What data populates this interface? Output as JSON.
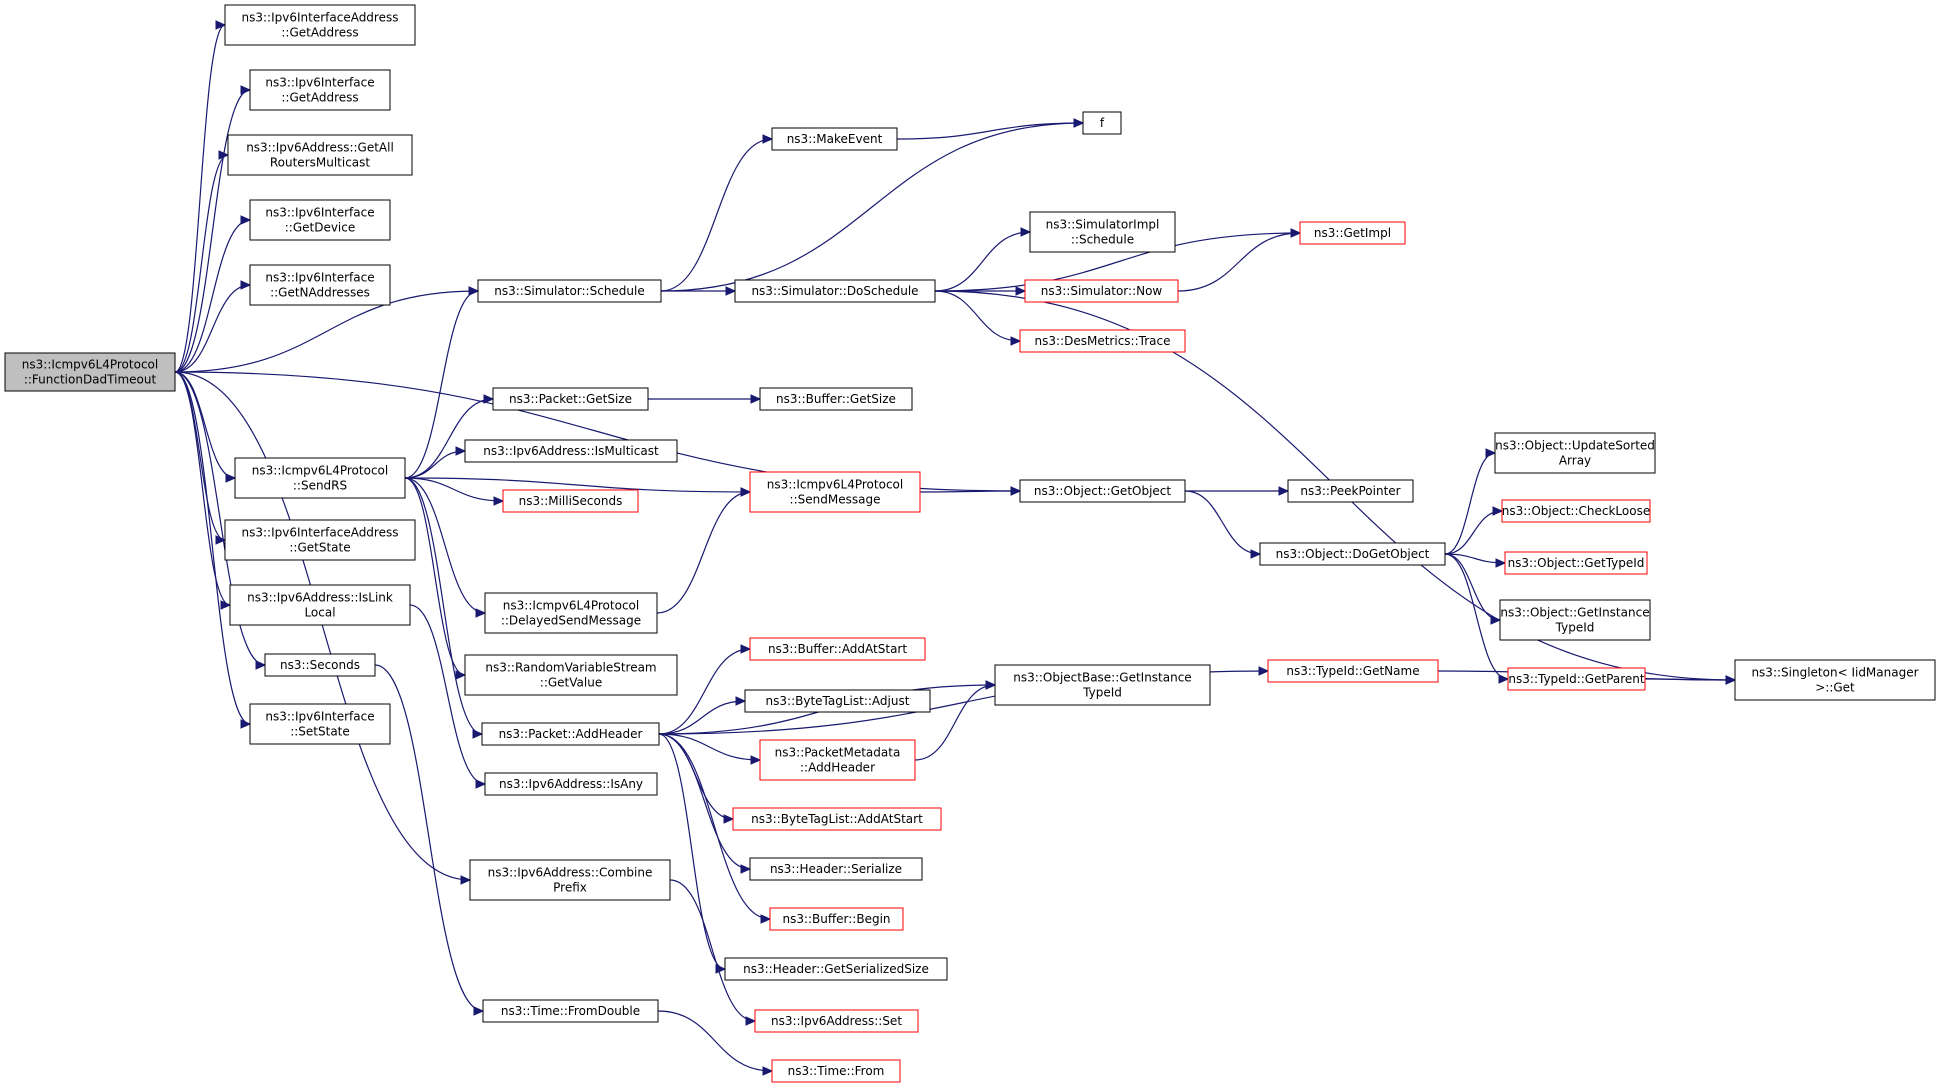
{
  "diagram": {
    "title": "",
    "nodes": [
      {
        "id": "root",
        "lines": [
          "ns3::Icmpv6L4Protocol",
          "::FunctionDadTimeout"
        ],
        "style": "root"
      },
      {
        "id": "ifaddr_getaddress",
        "lines": [
          "ns3::Ipv6InterfaceAddress",
          "::GetAddress"
        ],
        "style": "normal"
      },
      {
        "id": "iface_getaddress",
        "lines": [
          "ns3::Ipv6Interface",
          "::GetAddress"
        ],
        "style": "normal"
      },
      {
        "id": "getallrouters",
        "lines": [
          "ns3::Ipv6Address::GetAll",
          "RoutersMulticast"
        ],
        "style": "normal"
      },
      {
        "id": "iface_getdevice",
        "lines": [
          "ns3::Ipv6Interface",
          "::GetDevice"
        ],
        "style": "normal"
      },
      {
        "id": "iface_getnaddresses",
        "lines": [
          "ns3::Ipv6Interface",
          "::GetNAddresses"
        ],
        "style": "normal"
      },
      {
        "id": "sim_schedule",
        "lines": [
          "ns3::Simulator::Schedule"
        ],
        "style": "normal"
      },
      {
        "id": "sendrs",
        "lines": [
          "ns3::Icmpv6L4Protocol",
          "::SendRS"
        ],
        "style": "normal"
      },
      {
        "id": "ifaddr_getstate",
        "lines": [
          "ns3::Ipv6InterfaceAddress",
          "::GetState"
        ],
        "style": "normal"
      },
      {
        "id": "islinklocal",
        "lines": [
          "ns3::Ipv6Address::IsLink",
          "Local"
        ],
        "style": "normal"
      },
      {
        "id": "seconds",
        "lines": [
          "ns3::Seconds"
        ],
        "style": "normal"
      },
      {
        "id": "iface_setstate",
        "lines": [
          "ns3::Ipv6Interface",
          "::SetState"
        ],
        "style": "normal"
      },
      {
        "id": "makeevent",
        "lines": [
          "ns3::MakeEvent"
        ],
        "style": "normal"
      },
      {
        "id": "f",
        "lines": [
          "f"
        ],
        "style": "normal"
      },
      {
        "id": "doschedule",
        "lines": [
          "ns3::Simulator::DoSchedule"
        ],
        "style": "normal"
      },
      {
        "id": "simimpl_schedule",
        "lines": [
          "ns3::SimulatorImpl",
          "::Schedule"
        ],
        "style": "normal"
      },
      {
        "id": "getimpl",
        "lines": [
          "ns3::GetImpl"
        ],
        "style": "red"
      },
      {
        "id": "sim_now",
        "lines": [
          "ns3::Simulator::Now"
        ],
        "style": "red"
      },
      {
        "id": "desmetrics",
        "lines": [
          "ns3::DesMetrics::Trace"
        ],
        "style": "red"
      },
      {
        "id": "packet_getsize",
        "lines": [
          "ns3::Packet::GetSize"
        ],
        "style": "normal"
      },
      {
        "id": "buffer_getsize",
        "lines": [
          "ns3::Buffer::GetSize"
        ],
        "style": "normal"
      },
      {
        "id": "ismulticast",
        "lines": [
          "ns3::Ipv6Address::IsMulticast"
        ],
        "style": "normal"
      },
      {
        "id": "milliseconds",
        "lines": [
          "ns3::MilliSeconds"
        ],
        "style": "red"
      },
      {
        "id": "sendmessage",
        "lines": [
          "ns3::Icmpv6L4Protocol",
          "::SendMessage"
        ],
        "style": "red"
      },
      {
        "id": "getobject",
        "lines": [
          "ns3::Object::GetObject"
        ],
        "style": "normal"
      },
      {
        "id": "peekpointer",
        "lines": [
          "ns3::PeekPointer"
        ],
        "style": "normal"
      },
      {
        "id": "dogetobject",
        "lines": [
          "ns3::Object::DoGetObject"
        ],
        "style": "normal"
      },
      {
        "id": "updatesorted",
        "lines": [
          "ns3::Object::UpdateSorted",
          "Array"
        ],
        "style": "normal"
      },
      {
        "id": "checkloose",
        "lines": [
          "ns3::Object::CheckLoose"
        ],
        "style": "red"
      },
      {
        "id": "gettypeid",
        "lines": [
          "ns3::Object::GetTypeId"
        ],
        "style": "red"
      },
      {
        "id": "getinstancetypeid",
        "lines": [
          "ns3::Object::GetInstance",
          "TypeId"
        ],
        "style": "normal"
      },
      {
        "id": "typeid_getparent",
        "lines": [
          "ns3::TypeId::GetParent"
        ],
        "style": "red"
      },
      {
        "id": "singleton_get",
        "lines": [
          "ns3::Singleton< IidManager",
          " >::Get"
        ],
        "style": "normal"
      },
      {
        "id": "typeid_getname",
        "lines": [
          "ns3::TypeId::GetName"
        ],
        "style": "red"
      },
      {
        "id": "delayedsend",
        "lines": [
          "ns3::Icmpv6L4Protocol",
          "::DelayedSendMessage"
        ],
        "style": "normal"
      },
      {
        "id": "rvs_getvalue",
        "lines": [
          "ns3::RandomVariableStream",
          "::GetValue"
        ],
        "style": "normal"
      },
      {
        "id": "addheader",
        "lines": [
          "ns3::Packet::AddHeader"
        ],
        "style": "normal"
      },
      {
        "id": "objbase_getinstance",
        "lines": [
          "ns3::ObjectBase::GetInstance",
          "TypeId"
        ],
        "style": "normal"
      },
      {
        "id": "buffer_addatstart",
        "lines": [
          "ns3::Buffer::AddAtStart"
        ],
        "style": "red"
      },
      {
        "id": "bytetag_adjust",
        "lines": [
          "ns3::ByteTagList::Adjust"
        ],
        "style": "normal"
      },
      {
        "id": "pktmeta_addheader",
        "lines": [
          "ns3::PacketMetadata",
          "::AddHeader"
        ],
        "style": "red"
      },
      {
        "id": "bytetag_addatstart",
        "lines": [
          "ns3::ByteTagList::AddAtStart"
        ],
        "style": "red"
      },
      {
        "id": "header_serialize",
        "lines": [
          "ns3::Header::Serialize"
        ],
        "style": "normal"
      },
      {
        "id": "buffer_begin",
        "lines": [
          "ns3::Buffer::Begin"
        ],
        "style": "red"
      },
      {
        "id": "header_getsersize",
        "lines": [
          "ns3::Header::GetSerializedSize"
        ],
        "style": "normal"
      },
      {
        "id": "isany",
        "lines": [
          "ns3::Ipv6Address::IsAny"
        ],
        "style": "normal"
      },
      {
        "id": "combineprefix",
        "lines": [
          "ns3::Ipv6Address::Combine",
          "Prefix"
        ],
        "style": "normal"
      },
      {
        "id": "ipv6addr_set",
        "lines": [
          "ns3::Ipv6Address::Set"
        ],
        "style": "red"
      },
      {
        "id": "fromdouble",
        "lines": [
          "ns3::Time::FromDouble"
        ],
        "style": "normal"
      },
      {
        "id": "time_from",
        "lines": [
          "ns3::Time::From"
        ],
        "style": "red"
      }
    ],
    "edges": [
      [
        "root",
        "ifaddr_getaddress"
      ],
      [
        "root",
        "iface_getaddress"
      ],
      [
        "root",
        "getallrouters"
      ],
      [
        "root",
        "iface_getdevice"
      ],
      [
        "root",
        "iface_getnaddresses"
      ],
      [
        "root",
        "sim_schedule"
      ],
      [
        "root",
        "getobject"
      ],
      [
        "root",
        "sendrs"
      ],
      [
        "root",
        "ifaddr_getstate"
      ],
      [
        "root",
        "islinklocal"
      ],
      [
        "root",
        "seconds"
      ],
      [
        "root",
        "iface_setstate"
      ],
      [
        "sim_schedule",
        "makeevent"
      ],
      [
        "sim_schedule",
        "f"
      ],
      [
        "sim_schedule",
        "doschedule"
      ],
      [
        "makeevent",
        "f"
      ],
      [
        "doschedule",
        "getimpl"
      ],
      [
        "doschedule",
        "simimpl_schedule"
      ],
      [
        "doschedule",
        "sim_now"
      ],
      [
        "doschedule",
        "desmetrics"
      ],
      [
        "doschedule",
        "singleton_get"
      ],
      [
        "sim_now",
        "getimpl"
      ],
      [
        "sendrs",
        "sim_schedule"
      ],
      [
        "sendrs",
        "packet_getsize"
      ],
      [
        "sendrs",
        "ismulticast"
      ],
      [
        "sendrs",
        "milliseconds"
      ],
      [
        "sendrs",
        "sendmessage"
      ],
      [
        "sendrs",
        "delayedsend"
      ],
      [
        "sendrs",
        "rvs_getvalue"
      ],
      [
        "sendrs",
        "addheader"
      ],
      [
        "packet_getsize",
        "buffer_getsize"
      ],
      [
        "sendmessage",
        "getobject"
      ],
      [
        "delayedsend",
        "sendmessage"
      ],
      [
        "getobject",
        "peekpointer"
      ],
      [
        "getobject",
        "dogetobject"
      ],
      [
        "dogetobject",
        "updatesorted"
      ],
      [
        "dogetobject",
        "checkloose"
      ],
      [
        "dogetobject",
        "gettypeid"
      ],
      [
        "dogetobject",
        "getinstancetypeid"
      ],
      [
        "dogetobject",
        "typeid_getparent"
      ],
      [
        "typeid_getparent",
        "singleton_get"
      ],
      [
        "typeid_getname",
        "singleton_get"
      ],
      [
        "addheader",
        "typeid_getname"
      ],
      [
        "addheader",
        "objbase_getinstance"
      ],
      [
        "addheader",
        "buffer_addatstart"
      ],
      [
        "addheader",
        "bytetag_adjust"
      ],
      [
        "addheader",
        "pktmeta_addheader"
      ],
      [
        "addheader",
        "bytetag_addatstart"
      ],
      [
        "addheader",
        "header_serialize"
      ],
      [
        "addheader",
        "buffer_begin"
      ],
      [
        "addheader",
        "header_getsersize"
      ],
      [
        "pktmeta_addheader",
        "objbase_getinstance"
      ],
      [
        "islinklocal",
        "isany"
      ],
      [
        "seconds",
        "fromdouble"
      ],
      [
        "root",
        "combineprefix"
      ],
      [
        "combineprefix",
        "ipv6addr_set"
      ],
      [
        "fromdouble",
        "time_from"
      ]
    ]
  },
  "colors": {
    "edge": "#191970",
    "node_border": "#000000",
    "red_border": "#ff0000",
    "root_fill": "#bfbfbf"
  }
}
